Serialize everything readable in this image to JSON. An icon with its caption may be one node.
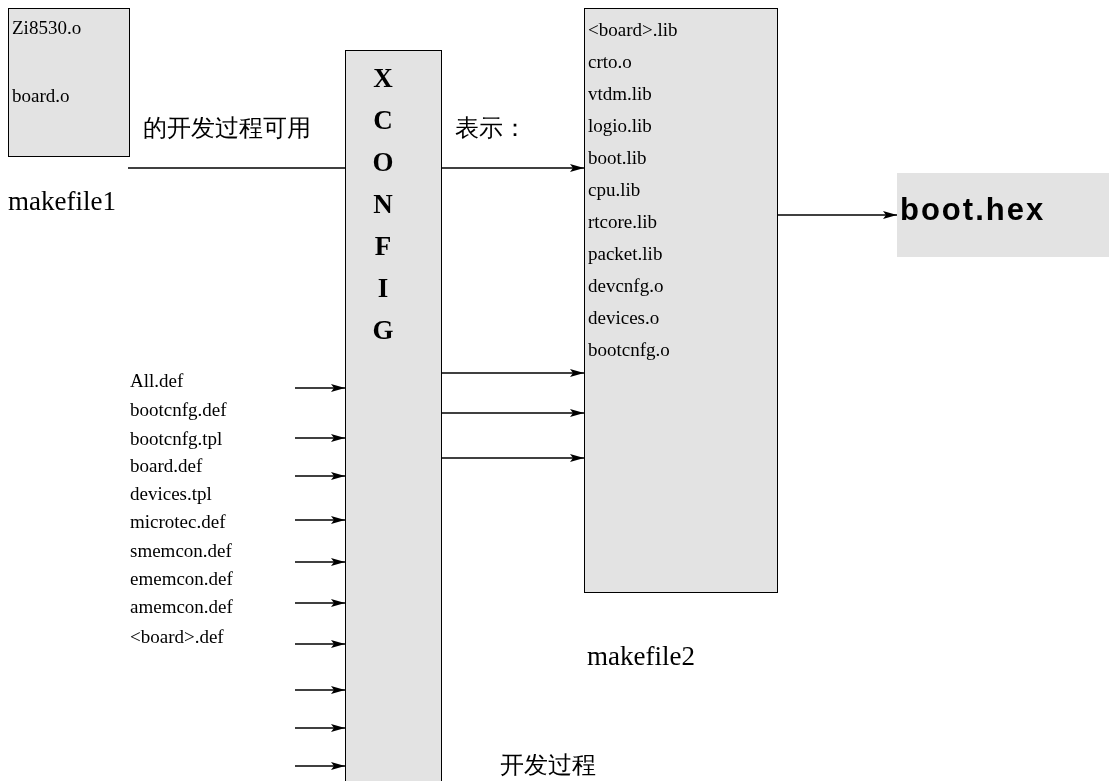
{
  "diagram": {
    "nodes": [
      {
        "text": [
          "Zi8530.o",
          "board.o"
        ]
      },
      {
        "text": [
          "X C O N F I G"
        ]
      },
      {
        "text": [
          "<board>.lib",
          "crto.o",
          "vtdm.lib",
          "logio.lib",
          "boot.lib",
          "cpu.lib",
          "rtcore.lib",
          "packet.lib",
          "devcnfg.o",
          "devices.o",
          "bootcnfg.o"
        ]
      },
      {
        "text": [
          "boot.hex"
        ]
      }
    ],
    "edges": [
      {
        "from": 0,
        "to": 1,
        "arrow": "none"
      },
      {
        "from": 1,
        "to": 2,
        "arrow": "to"
      },
      {
        "from": 1,
        "to": 2,
        "arrow": "to"
      },
      {
        "from": 1,
        "to": 2,
        "arrow": "to"
      },
      {
        "from": 1,
        "to": 2,
        "arrow": "to"
      },
      {
        "from": 2,
        "to": 3,
        "arrow": "to"
      },
      {
        "from": null,
        "to": 1,
        "arrow": "to"
      },
      {
        "from": null,
        "to": 1,
        "arrow": "to"
      },
      {
        "from": null,
        "to": 1,
        "arrow": "to"
      },
      {
        "from": null,
        "to": 1,
        "arrow": "to"
      },
      {
        "from": null,
        "to": 1,
        "arrow": "to"
      },
      {
        "from": null,
        "to": 1,
        "arrow": "to"
      },
      {
        "from": null,
        "to": 1,
        "arrow": "to"
      },
      {
        "from": null,
        "to": 1,
        "arrow": "to"
      },
      {
        "from": null,
        "to": 1,
        "arrow": "to"
      },
      {
        "from": null,
        "to": 1,
        "arrow": "to"
      }
    ],
    "labels": [
      "的开发过程可用",
      "表示：",
      "makefile1",
      "All.def",
      "bootcnfg.def",
      "bootcnfg.tpl",
      "board.def",
      "devices.tpl",
      "microtec.def",
      "smemcon.def",
      "ememcon.def",
      "amemcon.def",
      "<board>.def",
      "makefile2",
      "开发过程"
    ]
  }
}
